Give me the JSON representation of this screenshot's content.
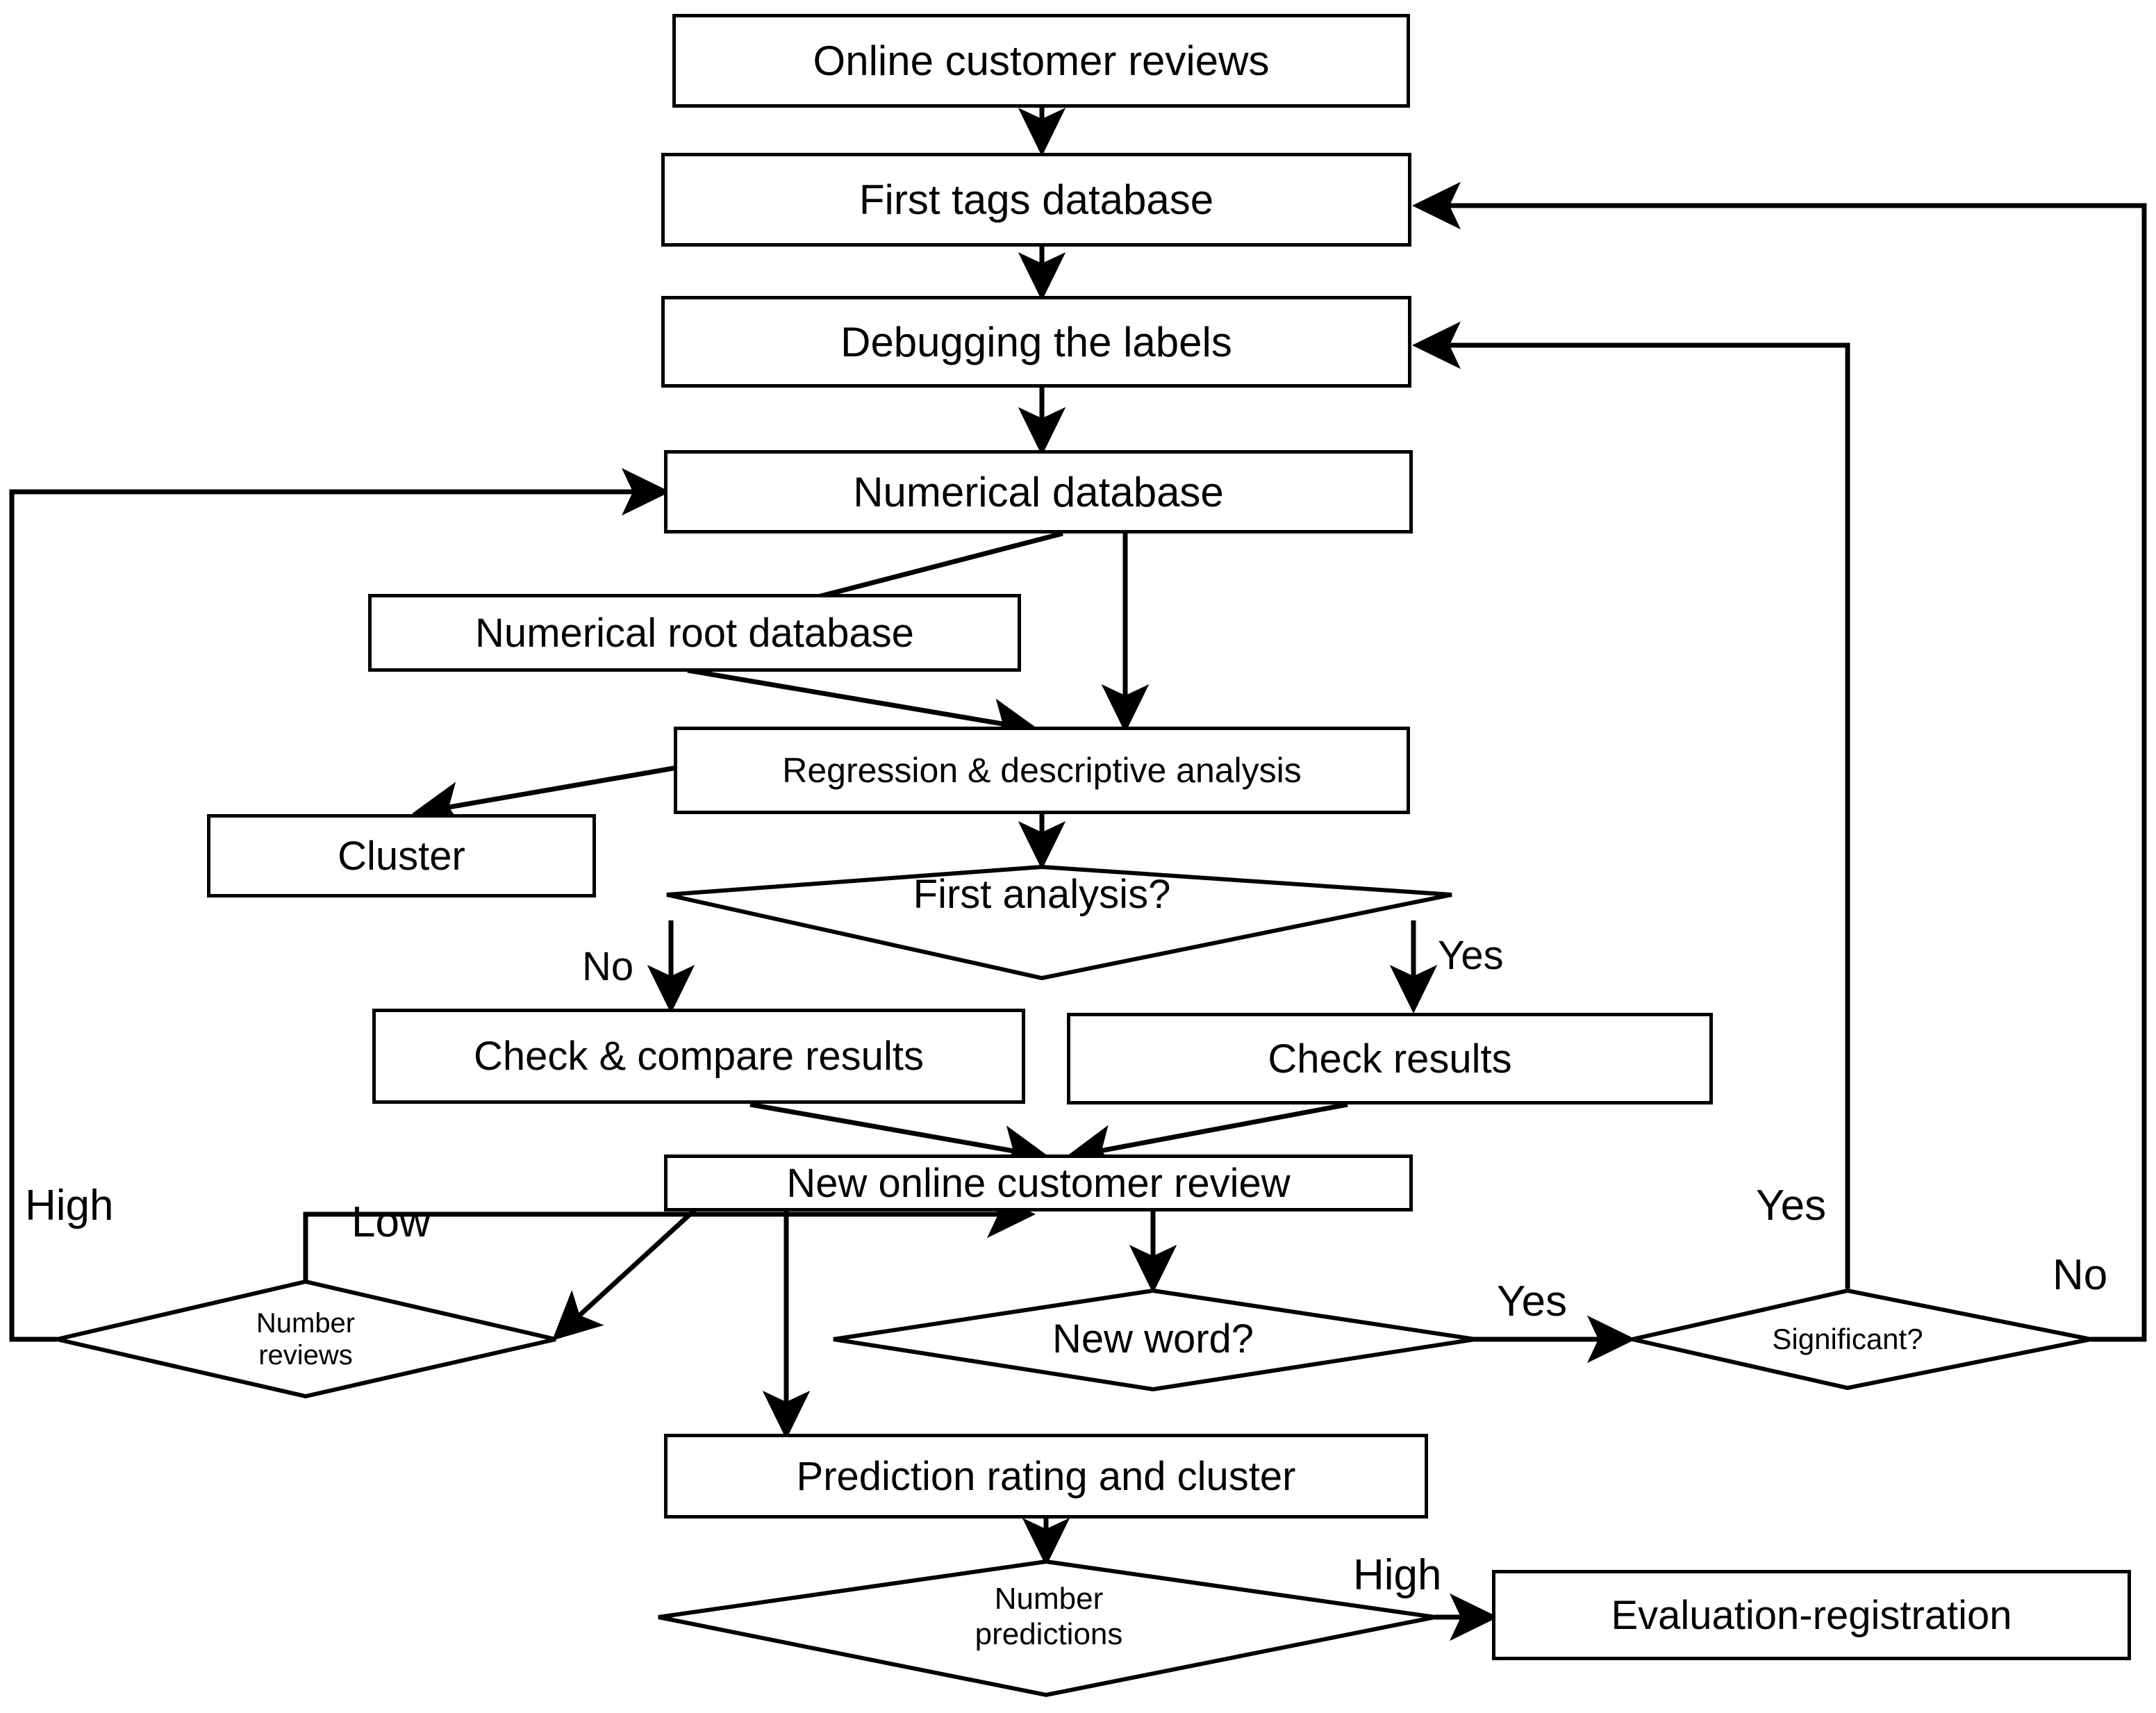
{
  "diagram": {
    "title": "Online customer review analysis flowchart",
    "background": "#ffffff",
    "stroke": "#000000"
  },
  "nodes": {
    "online_customer_reviews": "Online customer reviews",
    "first_tags_database": "First tags database",
    "debugging_the_labels": "Debugging the labels",
    "numerical_database": "Numerical database",
    "numerical_root_database": "Numerical root database",
    "regression_descriptive_analysis": "Regression & descriptive analysis",
    "cluster": "Cluster",
    "first_analysis": "First analysis?",
    "check_compare_results": "Check & compare results",
    "check_results": "Check results",
    "new_online_customer_review": "New online customer review",
    "number_reviews_line1": "Number",
    "number_reviews_line2": "reviews",
    "new_word": "New word?",
    "significant": "Significant?",
    "prediction_rating_and_cluster": "Prediction rating and cluster",
    "number_predictions_line1": "Number",
    "number_predictions_line2": "predictions",
    "evaluation_registration": "Evaluation-registration"
  },
  "edge_labels": {
    "first_analysis_no": "No",
    "first_analysis_yes": "Yes",
    "number_reviews_high": "High",
    "number_reviews_low": "Low",
    "new_word_yes": "Yes",
    "significant_yes": "Yes",
    "significant_no": "No",
    "number_predictions_high": "High"
  }
}
